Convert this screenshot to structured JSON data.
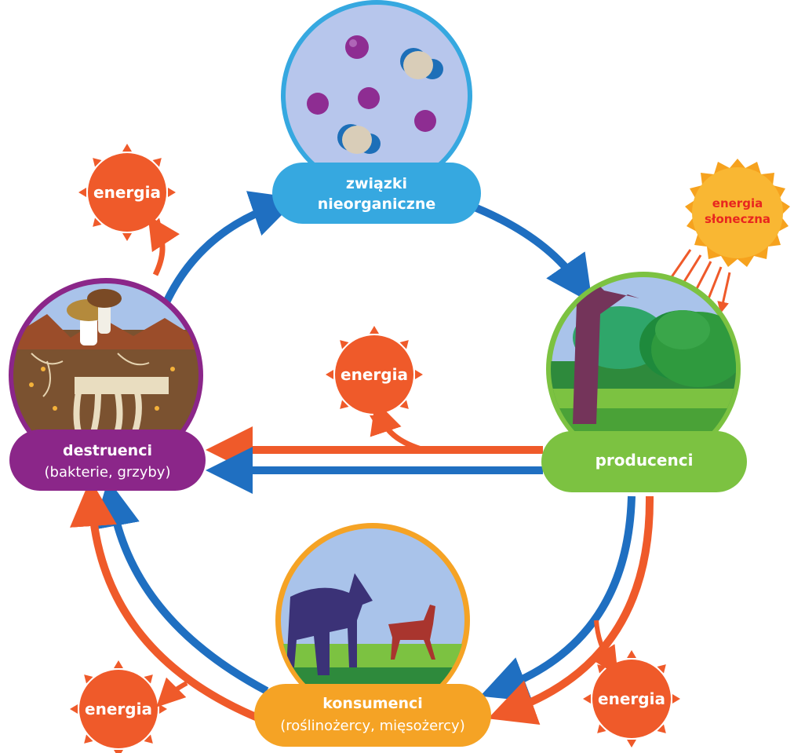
{
  "colors": {
    "blue_flow": "#1f6fc1",
    "orange_flow": "#ef5a2a",
    "sky": "#a9c3ea",
    "inorganic_bubble": "#b7c6ec",
    "inorganic_ring": "#36a8e0",
    "destruenci": "#8b2689",
    "producenci": "#7cc241",
    "konsumenci": "#f5a325",
    "energy": "#ef5a2a",
    "sun": "#f6a21e"
  },
  "nodes": {
    "inorganic": {
      "line1": "związki",
      "line2": "nieorganiczne"
    },
    "producers": {
      "label": "producenci"
    },
    "consumers": {
      "label": "konsumenci",
      "sub": "(roślinożercy, mięsożercy)"
    },
    "decomposers": {
      "label": "destruenci",
      "sub": "(bakterie, grzyby)"
    }
  },
  "sun": {
    "line1": "energia",
    "line2": "słoneczna"
  },
  "energy_label": "energia"
}
